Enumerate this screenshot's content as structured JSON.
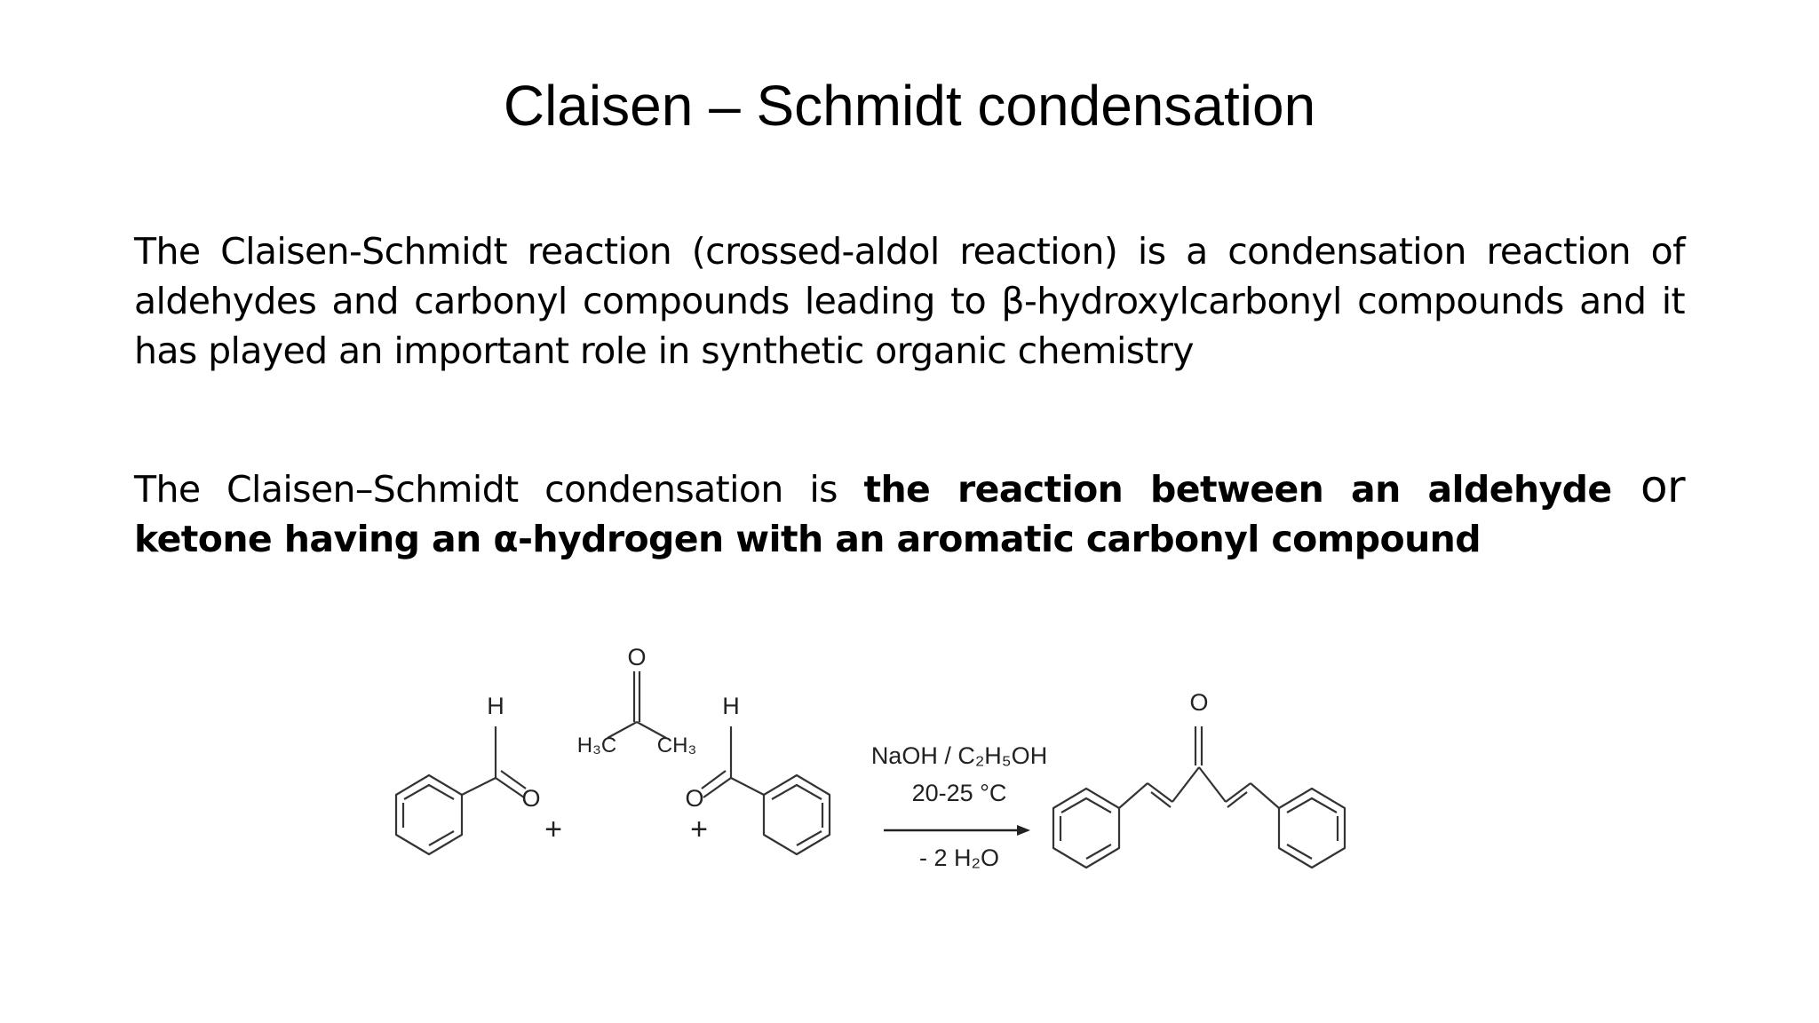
{
  "slide": {
    "title": "Claisen – Schmidt condensation",
    "paragraph1": "The Claisen-Schmidt reaction (crossed-aldol reaction) is a condensation reaction of aldehydes and carbonyl compounds leading to β-hydroxylcarbonyl compounds and it has played an important role in synthetic organic chemistry",
    "paragraph2": {
      "part1": "The Claisen–Schmidt condensation is ",
      "bold1": "the reaction between an aldehyde",
      "connector": " or ",
      "bold2": "ketone having an α-hydrogen with an aromatic carbonyl compound"
    }
  },
  "scheme": {
    "reactant1": {
      "h": "H",
      "o": "O"
    },
    "plus1": "+",
    "reactant2": {
      "o": "O",
      "h3c": "H₃C",
      "ch3": "CH₃"
    },
    "plus2": "+",
    "reactant3": {
      "h": "H",
      "o": "O"
    },
    "conditions": {
      "line1": "NaOH / C₂H₅OH",
      "line2": "20-25 °C",
      "line3": "- 2 H₂O"
    },
    "product": {
      "o": "O"
    }
  }
}
